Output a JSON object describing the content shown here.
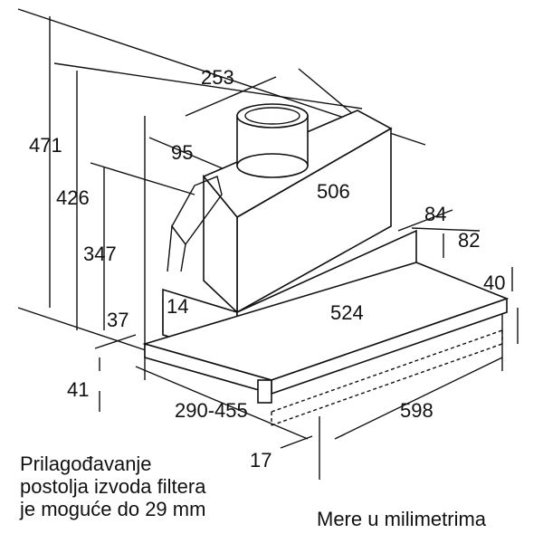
{
  "dimensions": {
    "d253": "253",
    "d471": "471",
    "d95": "95",
    "d426": "426",
    "d506": "506",
    "d84": "84",
    "d82": "82",
    "d347": "347",
    "d40": "40",
    "d14": "14",
    "d37": "37",
    "d524": "524",
    "d41": "41",
    "d290_455": "290-455",
    "d598": "598",
    "d17": "17"
  },
  "notes": {
    "adjustment_lines": [
      "Prilagođavanje",
      "postolja izvoda filtera",
      "je moguće do 29 mm"
    ],
    "units": "Mere u milimetrima"
  }
}
